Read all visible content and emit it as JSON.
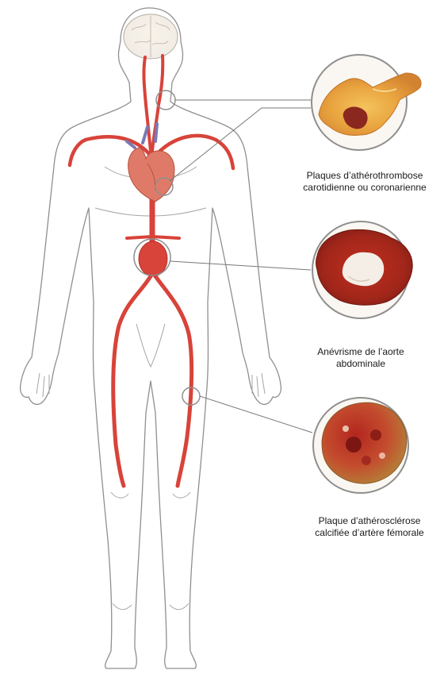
{
  "captions": [
    {
      "line1": "Plaques d’athérothrombose",
      "line2": "carotidienne ou coronarienne"
    },
    {
      "line1": "Anévrisme de l’aorte",
      "line2": "abdominale"
    },
    {
      "line1": "Plaque d’athérosclérose",
      "line2": "calcifiée d’artère fémorale"
    }
  ],
  "colors": {
    "artery": "#d8433a",
    "artery_dark": "#b83128",
    "body_outline": "#8f8f8f",
    "brain": "#e6dfd2",
    "heart": "#e07a68",
    "leader_line": "#777777",
    "specimen_frame": "#8f8f8f"
  },
  "icons": {
    "specimen_1": "carotid-plaque-specimen",
    "specimen_2": "aortic-aneurysm-specimen",
    "specimen_3": "femoral-plaque-specimen"
  }
}
